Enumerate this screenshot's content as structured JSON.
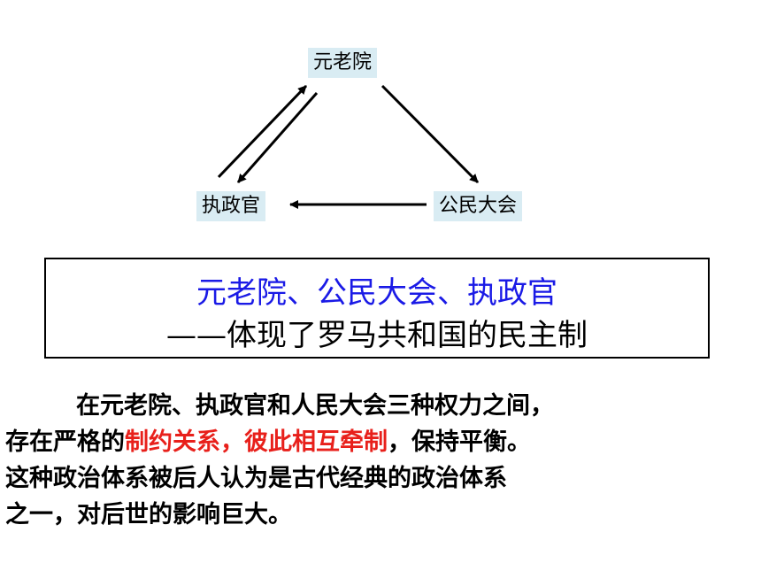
{
  "diagram": {
    "top_node": "元老院",
    "left_node": "执政官",
    "right_node": "公民大会"
  },
  "summary": {
    "line1": "元老院、公民大会、执政官",
    "line2": "——体现了罗马共和国的民主制"
  },
  "paragraph": {
    "line1": "在元老院、执政官和人民大会三种权力之间，",
    "line2_prefix": "存在严格的",
    "line2_highlight": "制约关系，彼此相互牵制",
    "line2_suffix": "，保持平衡。",
    "line3": "这种政治体系被后人认为是古代经典的政治体系",
    "line4": "之一，对后世的影响巨大。"
  },
  "colors": {
    "node_background": "#d9ecf3",
    "summary_line1": "#1a1ae6",
    "highlight": "#e8201b"
  }
}
